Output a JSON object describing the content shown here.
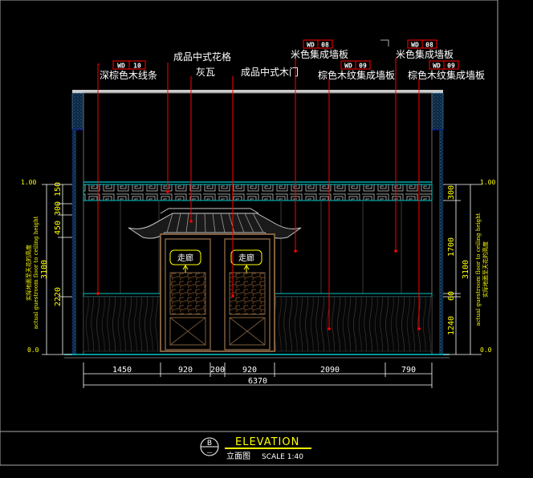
{
  "drawing": {
    "title": "ELEVATION",
    "subtitle": "立面图",
    "scale": "SCALE 1:40",
    "marker_letter": "B",
    "marker_dash": "—"
  },
  "callouts": [
    {
      "code": "WD",
      "num": "10",
      "text": "深棕色木线条"
    },
    {
      "text": "成品中式花格"
    },
    {
      "text": "灰瓦"
    },
    {
      "text": "成品中式木门"
    },
    {
      "code": "WD",
      "num": "08",
      "text": "米色集成墙板"
    },
    {
      "code": "WD",
      "num": "09",
      "text": "棕色木纹集成墙板"
    },
    {
      "code": "WD",
      "num": "08",
      "text": "米色集成墙板"
    },
    {
      "code": "WD",
      "num": "09",
      "text": "棕色木纹集成墙板"
    }
  ],
  "sign_text": "走廊",
  "dims_bottom": [
    "1450",
    "920",
    "200",
    "920",
    "2090",
    "790"
  ],
  "dim_total": "6370",
  "dims_left": [
    "150",
    "300",
    "450",
    "3100",
    "2220"
  ],
  "dims_right": [
    "300",
    "1700",
    "3100",
    "60",
    "1240"
  ],
  "level_marks": {
    "top_left": "1.00",
    "top_right": "1.00",
    "bot_left": "0.0",
    "bot_right": "0.0"
  },
  "vertical_notes": {
    "left_1": "实际地面至天花的高度",
    "left_2": "actual guestroom floor to ceiling height",
    "right_1": "actual guestroom floor to ceiling height",
    "right_2": "实际地面至天花的高度"
  },
  "colors": {
    "frame": "#ffffff",
    "cyan": "#00ffff",
    "red": "#ff0000",
    "yellow": "#ffff00",
    "dark_blue": "#0000a8",
    "wood": "#7f5f3f"
  }
}
